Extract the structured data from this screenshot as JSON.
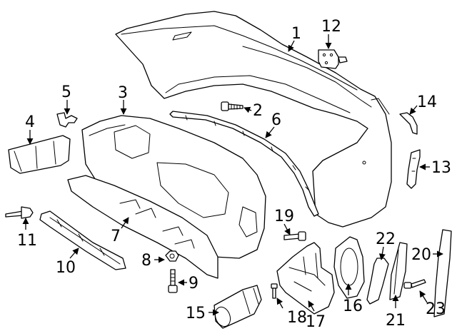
{
  "diagram": {
    "parts": [
      {
        "id": "1"
      },
      {
        "id": "2"
      },
      {
        "id": "3"
      },
      {
        "id": "4"
      },
      {
        "id": "5"
      },
      {
        "id": "6"
      },
      {
        "id": "7"
      },
      {
        "id": "8"
      },
      {
        "id": "9"
      },
      {
        "id": "10"
      },
      {
        "id": "11"
      },
      {
        "id": "12"
      },
      {
        "id": "13"
      },
      {
        "id": "14"
      },
      {
        "id": "15"
      },
      {
        "id": "16"
      },
      {
        "id": "17"
      },
      {
        "id": "18"
      },
      {
        "id": "19"
      },
      {
        "id": "20"
      },
      {
        "id": "21"
      },
      {
        "id": "22"
      },
      {
        "id": "23"
      }
    ]
  }
}
